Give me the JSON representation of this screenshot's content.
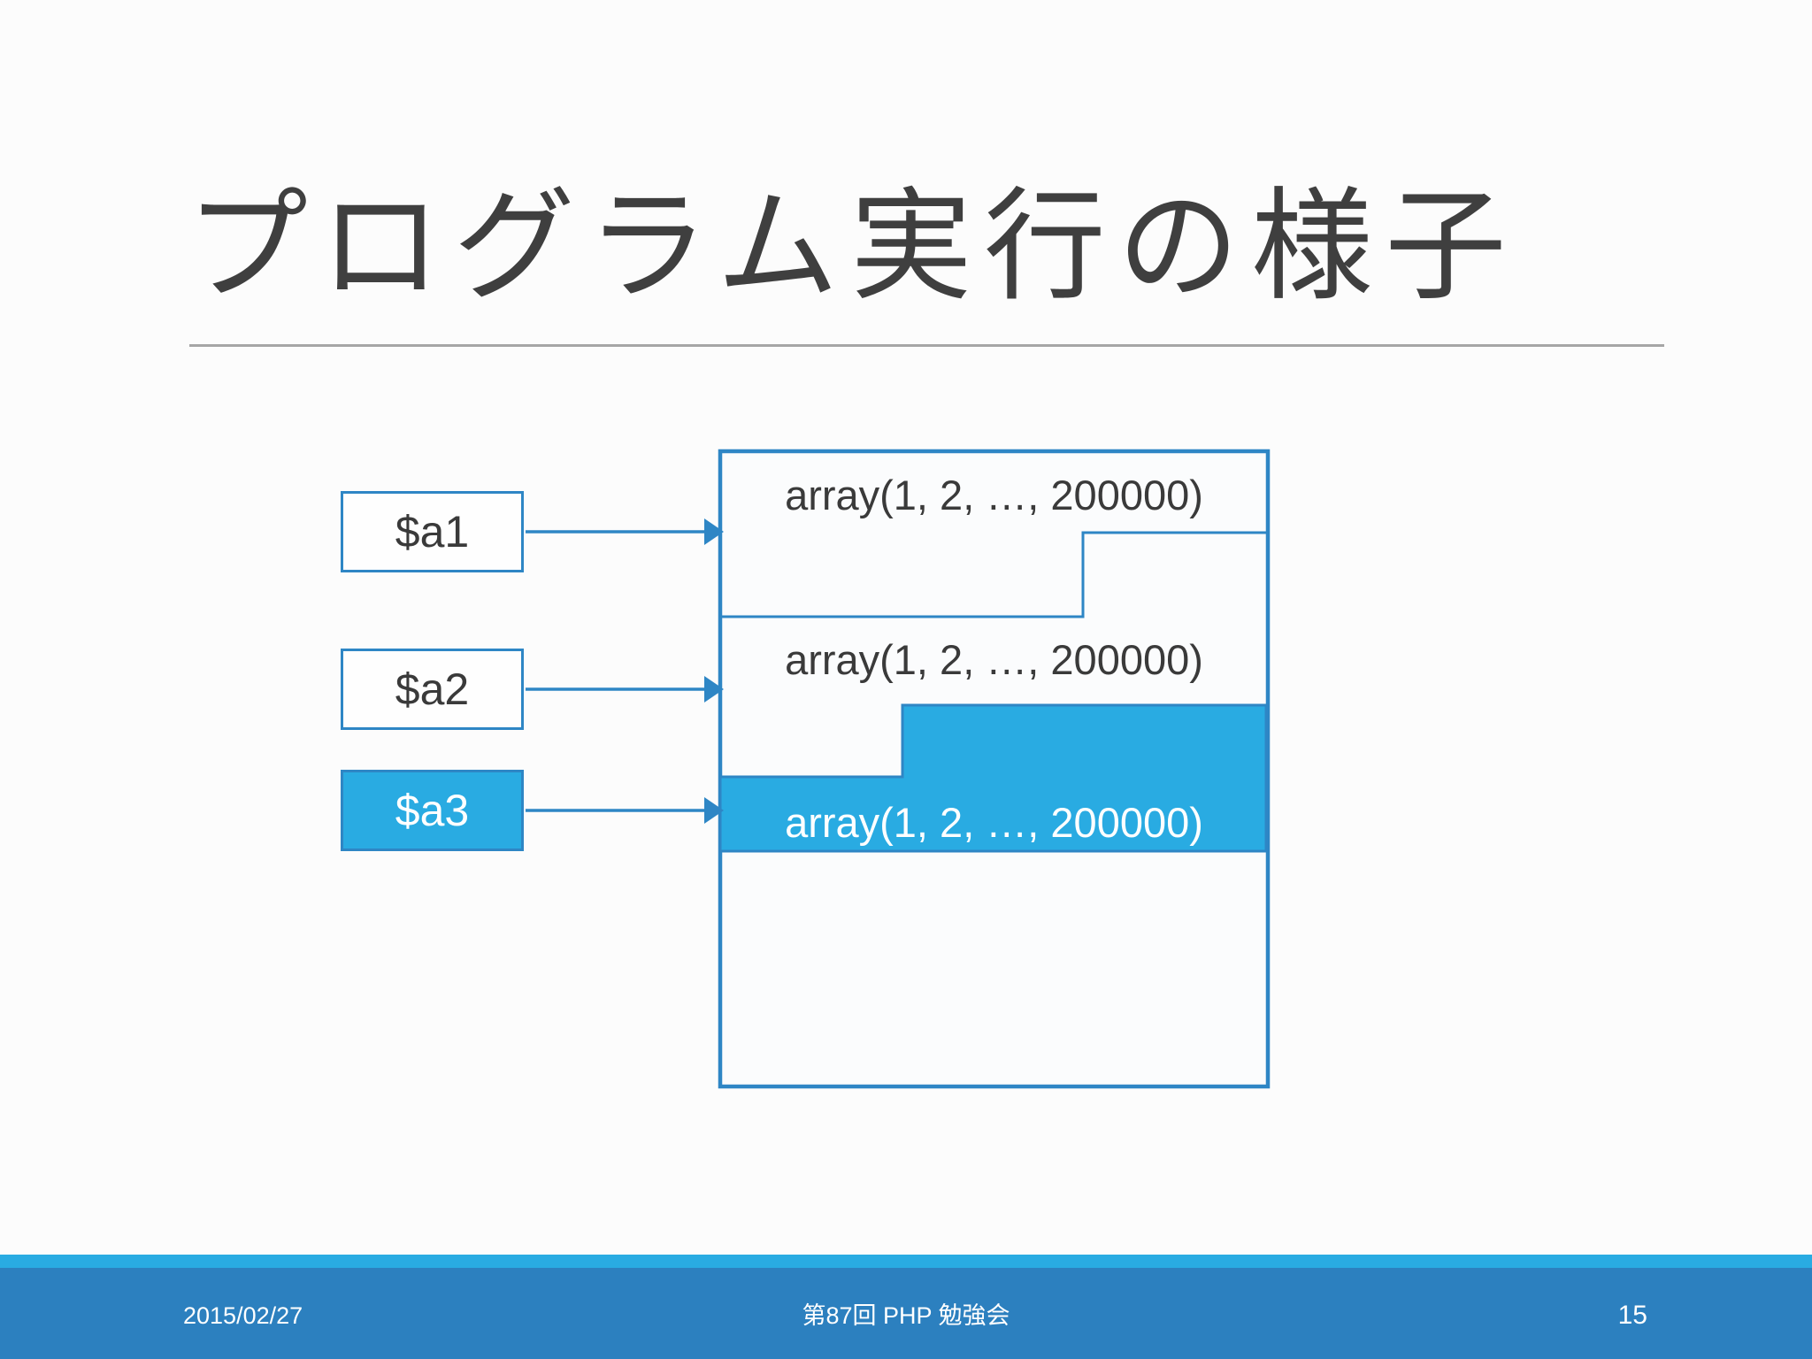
{
  "slide": {
    "title": "プログラム実行の様子",
    "footer": {
      "date": "2015/02/27",
      "center": "第87回 PHP 勉強会",
      "page": "15"
    }
  },
  "diagram": {
    "boxes": [
      {
        "label": "$a1",
        "highlighted": false
      },
      {
        "label": "$a2",
        "highlighted": false
      },
      {
        "label": "$a3",
        "highlighted": true
      }
    ],
    "memory": {
      "sections": [
        {
          "text": "array(1, 2, …, 200000)",
          "highlighted": false
        },
        {
          "text": "array(1, 2, …, 200000)",
          "highlighted": false
        },
        {
          "text": "array(1, 2, …, 200000)",
          "highlighted": true
        }
      ]
    }
  },
  "colors": {
    "background": "#FCFCFC",
    "title_text": "#3F3F3F",
    "title_rule": "#A6A6A6",
    "line_blue": "#2E86C5",
    "bright_blue": "#29ABE2",
    "footer_band": "#2C80BF",
    "footer_strip": "#29ABE2",
    "dark_text": "#3A3A3A",
    "white_text": "#FFFFFF",
    "memory_fill": "#FBFCFD",
    "box_fill": "#FEFEFE"
  }
}
